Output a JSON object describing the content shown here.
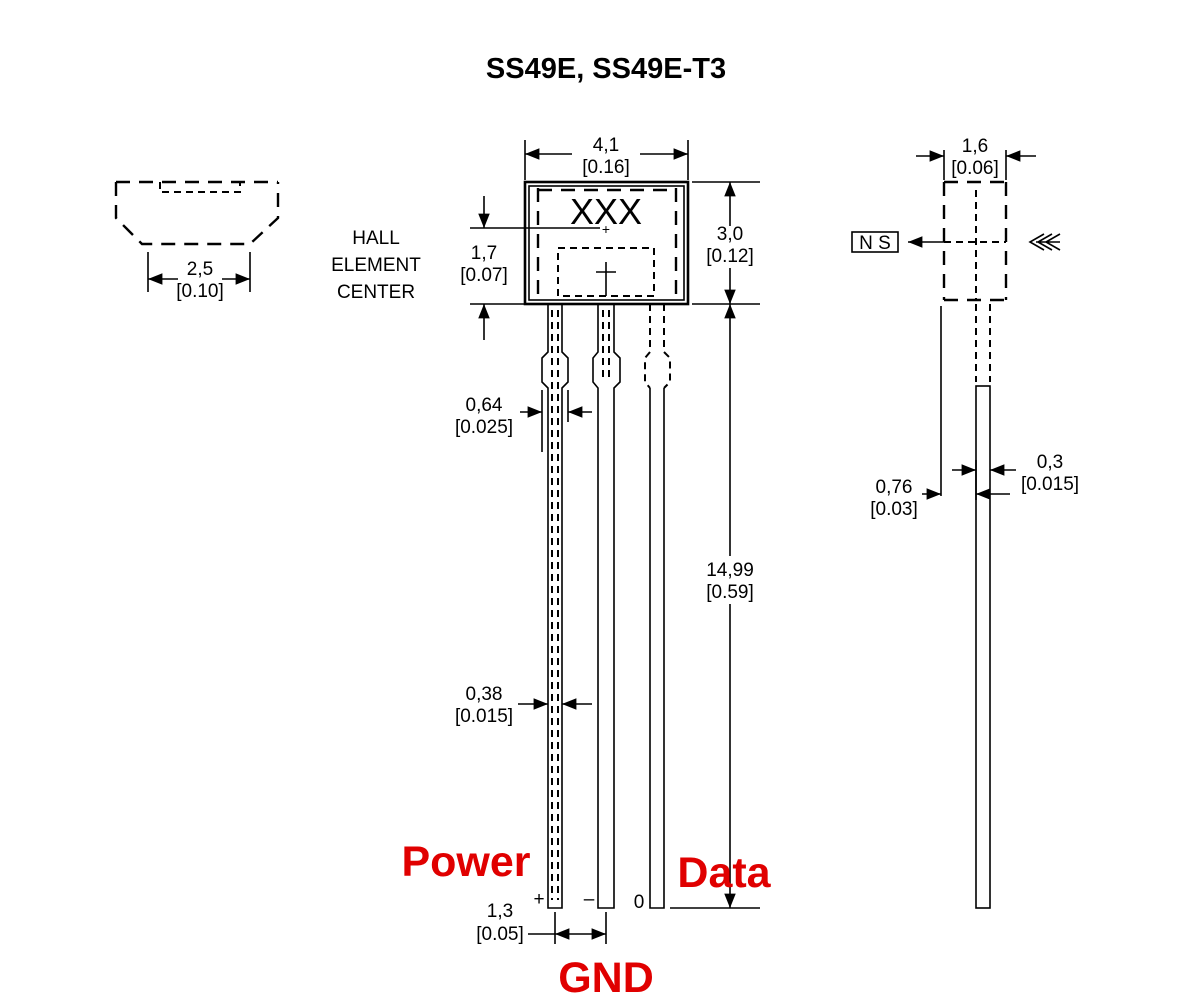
{
  "title": "SS49E, SS49E-T3",
  "marking": "XXX",
  "hall_label": [
    "HALL",
    "ELEMENT",
    "CENTER"
  ],
  "dims": {
    "d_4_1": "4,1",
    "d_0_16": "[0.16]",
    "d_3_0": "3,0",
    "d_0_12": "[0.12]",
    "d_1_7": "1,7",
    "d_0_07": "[0.07]",
    "d_2_5": "2,5",
    "d_0_10": "[0.10]",
    "d_1_6": "1,6",
    "d_0_06": "[0.06]",
    "d_0_64": "0,64",
    "d_0_025": "[0.025]",
    "d_14_99": "14,99",
    "d_0_59": "[0.59]",
    "d_0_38": "0,38",
    "d_0_015a": "[0.015]",
    "d_1_3": "1,3",
    "d_0_05": "[0.05]",
    "d_0_76": "0,76",
    "d_0_03": "[0.03]",
    "d_0_3": "0,3",
    "d_0_015b": "[0.015]"
  },
  "magnet_label": "N S",
  "pin_marks": {
    "plus": "+",
    "minus": "–",
    "zero": "0"
  },
  "pin_labels": {
    "power": "Power",
    "data": "Data",
    "gnd": "GND"
  },
  "colors": {
    "annotation": "#e00000",
    "lines": "#000000"
  }
}
